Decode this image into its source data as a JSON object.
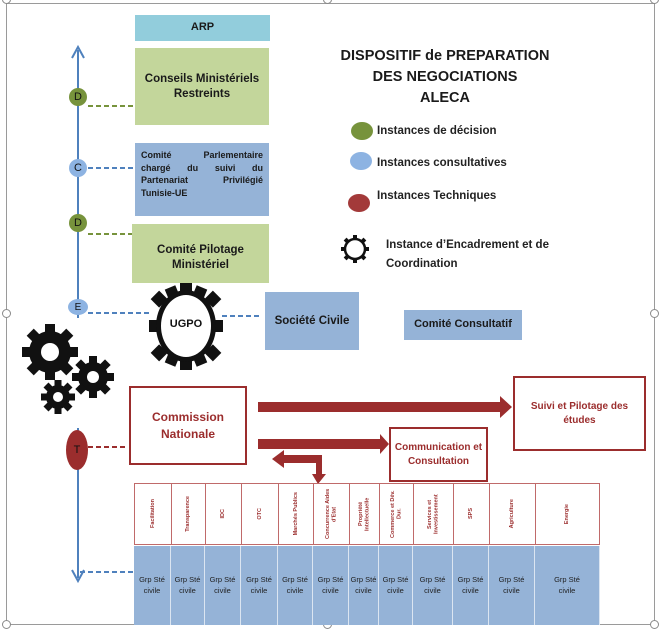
{
  "title": {
    "line1": "DISPOSITIF de PREPARATION",
    "line2": "DES NEGOCIATIONS",
    "line3": "ALECA"
  },
  "legend": {
    "items": [
      {
        "label": "Instances de décision",
        "color": "#77933c"
      },
      {
        "label": "Instances consultatives",
        "color": "#8db3e2"
      },
      {
        "label": "Instances Techniques",
        "color": "#a33a3a"
      },
      {
        "label": "Instance d’Encadrement et de Coordination",
        "icon": "gear-outline-icon"
      }
    ]
  },
  "colors": {
    "decision_green": "#c3d69b",
    "consult_blue": "#95b3d7",
    "arp_blue": "#92cddc",
    "technique_red": "#9b2d2d",
    "axis_blue": "#4f81bd"
  },
  "boxes": {
    "arp": "ARP",
    "conseils": "Conseils Ministériels Restreints",
    "comite_parlementaire": "Comité Parlementaire chargé du suivi du Partenariat Privilégié Tunisie-UE",
    "comite_pilotage": "Comité Pilotage Ministériel",
    "ugpo": "UGPO",
    "societe_civile": "Société Civile",
    "comite_consultatif": "Comité Consultatif",
    "commission_nationale": "Commission Nationale",
    "suivi_pilotage": "Suivi et Pilotage des études",
    "communication": "Communication et Consultation"
  },
  "axis_nodes": [
    {
      "letter": "D",
      "type": "decision"
    },
    {
      "letter": "C",
      "type": "consultative"
    },
    {
      "letter": "D",
      "type": "decision"
    },
    {
      "letter": "E",
      "type": "encadrement"
    },
    {
      "letter": "T",
      "type": "technique"
    }
  ],
  "groups": {
    "headers": [
      "Facilitation",
      "Transparence",
      "IDC",
      "OTC",
      "Marchés Publics",
      "Concurrence Aides d'Etat",
      "Propriété Intellectuelle",
      "Commerce et Dév. Dur.",
      "Services et Investissement",
      "SPS",
      "Agriculture",
      "Energie"
    ],
    "cells": [
      "Grp Sté civile",
      "Grp Sté civile",
      "Grp Sté civile",
      "Grp Sté civile",
      "Grp Sté civile",
      "Grp Sté civile",
      "Grp Sté civile",
      "Grp Sté civile",
      "Grp Sté civile",
      "Grp Sté civile",
      "Grp Sté civile",
      "Grp Sté civile"
    ]
  }
}
